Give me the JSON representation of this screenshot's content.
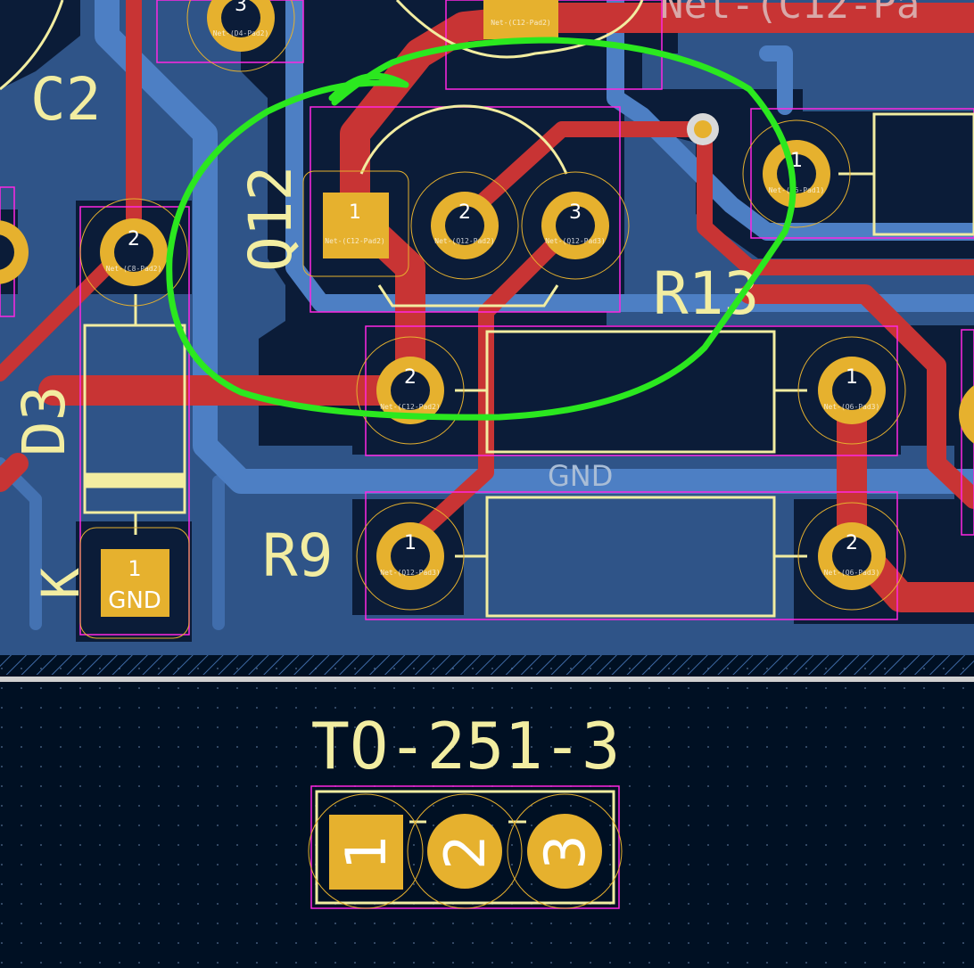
{
  "view": {
    "background_color": "#001023",
    "colors": {
      "copper_front": "#c83434",
      "copper_back": "#4d7fc4",
      "pour_back": "#2f5488",
      "silkscreen": "#f2eda1",
      "pad": "#e6b12e",
      "courtyard": "#ff26e2",
      "annotation": "#2be81f",
      "gnd_label": "#a9bdd6"
    }
  },
  "top_net_label": "Net-(C12-Pa",
  "refs": {
    "c2": "C2",
    "q12": "Q12",
    "d3": "D3",
    "d3_k": "K",
    "r13": "R13",
    "r9": "R9"
  },
  "zone_label": "GND",
  "pads": {
    "q12_1": {
      "num": "1",
      "net": "Net-(C12-Pad2)"
    },
    "q12_2": {
      "num": "2",
      "net": "Net-(Q12-Pad2)"
    },
    "q12_3": {
      "num": "3",
      "net": "Net-(Q12-Pad3)"
    },
    "c8_2": {
      "num": "2",
      "net": "Net-(C8-Pad2)"
    },
    "r13_2": {
      "num": "2",
      "net": "Net-(C12-Pad2)"
    },
    "r13_1": {
      "num": "1",
      "net": "Net-(Q6-Pad3)"
    },
    "r9_1": {
      "num": "1",
      "net": "Net-(Q12-Pad3)"
    },
    "r9_2": {
      "num": "2",
      "net": "Net-(Q6-Pad3)"
    },
    "d3_1": {
      "num": "1",
      "net": "GND"
    },
    "right_1": {
      "num": "1",
      "net": "Net-(Q6-Pad1)"
    },
    "top_left_3": {
      "num": "3",
      "net": "Net-(D4-Pad2)"
    },
    "top_mid": {
      "net": "Net-(C12-Pad2)"
    }
  },
  "preview": {
    "title": "TO-251-3",
    "pin_labels": [
      "1",
      "2",
      "3"
    ]
  }
}
